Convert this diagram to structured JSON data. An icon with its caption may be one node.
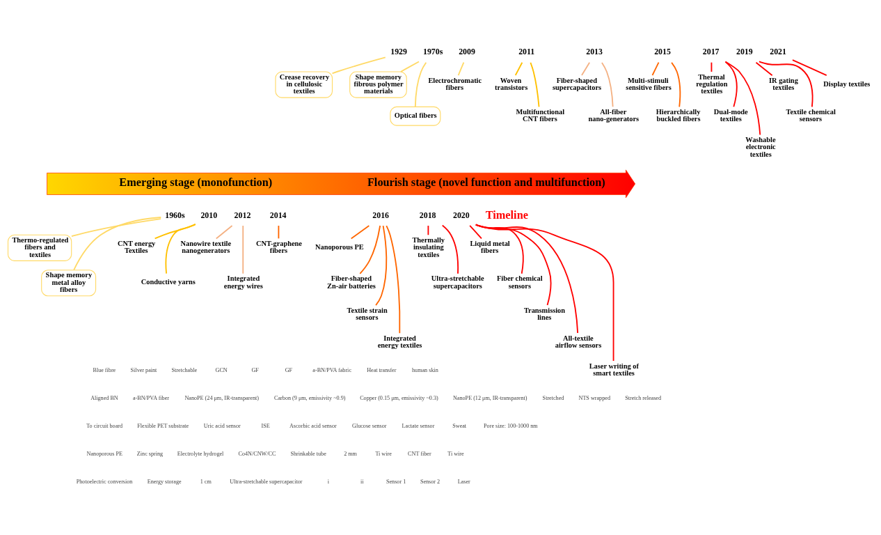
{
  "diagram": {
    "nodes": [
      {
        "text": [
          "1929"
        ]
      },
      {
        "text": [
          "1970s"
        ]
      },
      {
        "text": [
          "2009"
        ]
      },
      {
        "text": [
          "2011"
        ]
      },
      {
        "text": [
          "2013"
        ]
      },
      {
        "text": [
          "2015"
        ]
      },
      {
        "text": [
          "2017"
        ]
      },
      {
        "text": [
          "2019"
        ]
      },
      {
        "text": [
          "2021"
        ]
      },
      {
        "text": [
          "Shape memory fibrous polymer materials"
        ]
      },
      {
        "text": [
          "Optical fibers"
        ]
      },
      {
        "text": [
          "Crease recovery in cellulosic textiles"
        ]
      },
      {
        "text": [
          "Electrochromatic fibers"
        ]
      },
      {
        "text": [
          "Woven transistors"
        ]
      },
      {
        "text": [
          "Multifunctional CNT fibers"
        ]
      },
      {
        "text": [
          "Fiber-shaped supercapacitors"
        ]
      },
      {
        "text": [
          "All-fiber nano-generators"
        ]
      },
      {
        "text": [
          "Multi-stimuli sensitive fibers"
        ]
      },
      {
        "text": [
          "Hierarchically buckled fibers"
        ]
      },
      {
        "text": [
          "Thermal regulation textiles"
        ]
      },
      {
        "text": [
          "Dual-mode textiles"
        ]
      },
      {
        "text": [
          "Washable electronic textiles"
        ]
      },
      {
        "text": [
          "IR gating textiles"
        ]
      },
      {
        "text": [
          "Textile chemical sensors"
        ]
      },
      {
        "text": [
          "Display textiles"
        ]
      },
      {
        "text": [
          "1960s"
        ]
      },
      {
        "text": [
          "2010"
        ]
      },
      {
        "text": [
          "2012"
        ]
      },
      {
        "text": [
          "2014"
        ]
      },
      {
        "text": [
          "2016"
        ]
      },
      {
        "text": [
          "2018"
        ]
      },
      {
        "text": [
          "2020"
        ]
      },
      {
        "text": [
          "CNT energy Textiles"
        ]
      },
      {
        "text": [
          "Conductive yarns"
        ]
      },
      {
        "text": [
          "Nanowire textile nanogenerators"
        ]
      },
      {
        "text": [
          "Thermo-regulated fibers and textiles"
        ]
      },
      {
        "text": [
          "Shape memory metal alloy fibers"
        ]
      },
      {
        "text": [
          "Integrated energy wires"
        ]
      },
      {
        "text": [
          "CNT-graphene fibers"
        ]
      },
      {
        "text": [
          "Nanoporous PE"
        ]
      },
      {
        "text": [
          "Fiber-shaped Zn-air batteries"
        ]
      },
      {
        "text": [
          "Thermally insulating textiles"
        ]
      },
      {
        "text": [
          "Textile strain sensors"
        ]
      },
      {
        "text": [
          "Integrated energy textiles"
        ]
      },
      {
        "text": [
          "Liquid metal fibers"
        ]
      },
      {
        "text": [
          "Fiber chemical sensors"
        ]
      },
      {
        "text": [
          "Transmission lines"
        ]
      },
      {
        "text": [
          "Ultra-stretchable supercapacitors"
        ]
      },
      {
        "text": [
          "All-textile airflow sensors"
        ]
      },
      {
        "text": [
          "Laser writing of smart textiles"
        ]
      },
      {
        "text": [
          "Emerging stage (monofunction)",
          "Flourish stage (novel function and multifunction)"
        ]
      }
    ],
    "edges": [
      {
        "from": 0,
        "to": 11,
        "arrow": "none",
        "color": "#ffd966"
      },
      {
        "from": 1,
        "to": 9,
        "arrow": "none",
        "color": "#ffd966"
      },
      {
        "from": 1,
        "to": 10,
        "arrow": "none",
        "color": "#ffd966"
      },
      {
        "from": 2,
        "to": 12,
        "arrow": "none",
        "color": "#ffd966"
      },
      {
        "from": 3,
        "to": 13,
        "arrow": "none",
        "color": "#ffc000"
      },
      {
        "from": 3,
        "to": 14,
        "arrow": "none",
        "color": "#ffc000"
      },
      {
        "from": 4,
        "to": 15,
        "arrow": "none",
        "color": "#f4b183"
      },
      {
        "from": 4,
        "to": 16,
        "arrow": "none",
        "color": "#f4b183"
      },
      {
        "from": 5,
        "to": 17,
        "arrow": "none",
        "color": "#ff6600"
      },
      {
        "from": 5,
        "to": 18,
        "arrow": "none",
        "color": "#ff6600"
      },
      {
        "from": 6,
        "to": 19,
        "arrow": "none"
      },
      {
        "from": 6,
        "to": 20,
        "arrow": "none"
      },
      {
        "from": 6,
        "to": 21,
        "arrow": "none"
      },
      {
        "from": 7,
        "to": 22,
        "arrow": "none"
      },
      {
        "from": 7,
        "to": 23,
        "arrow": "none"
      },
      {
        "from": 8,
        "to": 24,
        "arrow": "none"
      },
      {
        "from": 25,
        "to": 35,
        "arrow": "none",
        "color": "#ffd966"
      },
      {
        "from": 25,
        "to": 36,
        "arrow": "none",
        "color": "#ffd966"
      },
      {
        "from": 26,
        "to": 32,
        "arrow": "none",
        "color": "#ffc000"
      },
      {
        "from": 26,
        "to": 33,
        "arrow": "none",
        "color": "#ffc000"
      },
      {
        "from": 27,
        "to": 34,
        "arrow": "none",
        "color": "#f4b183"
      },
      {
        "from": 27,
        "to": 37,
        "arrow": "none",
        "color": "#f4b183"
      },
      {
        "from": 28,
        "to": 38,
        "arrow": "none",
        "color": "#ff6600"
      },
      {
        "from": 29,
        "to": 39,
        "arrow": "none",
        "color": "#ff6600"
      },
      {
        "from": 29,
        "to": 40,
        "arrow": "none",
        "color": "#ff6600"
      },
      {
        "from": 29,
        "to": 42,
        "arrow": "none",
        "color": "#ff6600"
      },
      {
        "from": 29,
        "to": 43,
        "arrow": "none",
        "color": "#ff6600"
      },
      {
        "from": 30,
        "to": 41,
        "arrow": "none"
      },
      {
        "from": 30,
        "to": 47,
        "arrow": "none"
      },
      {
        "from": 31,
        "to": 44,
        "arrow": "none"
      },
      {
        "from": 31,
        "to": 45,
        "arrow": "none"
      },
      {
        "from": 31,
        "to": 46,
        "arrow": "none"
      },
      {
        "from": 31,
        "to": 48,
        "arrow": "none"
      },
      {
        "from": 31,
        "to": 49,
        "arrow": "none"
      }
    ],
    "labels": [
      "Timeline",
      "Blue fibre",
      "Silver paint",
      "Stretchable",
      "GCN",
      "GF",
      "GF",
      "a-BN/PVA fabric",
      "Heat transfer",
      "human skin",
      "Aligned BN",
      "a-BN/PVA fiber",
      "NanoPE (24 μm, IR-transparent)",
      "Carbon (9 μm, emissivity ~0.9)",
      "Copper (0.15 μm, emissivity ~0.3)",
      "NanoPE (12 μm, IR-transparent)",
      "Stretched",
      "NTS wrapped",
      "Stretch released",
      "To circuit board",
      "Flexible PET substrate",
      "Uric acid sensor",
      "ISE",
      "Ascorbic acid sensor",
      "Glucose sensor",
      "Lactate sensor",
      "Sweat",
      "Pore size: 100-1000 nm",
      "Nanoporous PE",
      "Zinc spring",
      "Electrolyte hydrogel",
      "Co4N/CNW/CC",
      "Shrinkable tube",
      "2 mm",
      "Ti wire",
      "CNT fiber",
      "Ti wire",
      "Photoelectric conversion",
      "Energy storage",
      "1 cm",
      "Ultra-stretchable supercapacitor",
      "i",
      "ii",
      "Sensor 1",
      "Sensor 2",
      "Laser"
    ]
  }
}
